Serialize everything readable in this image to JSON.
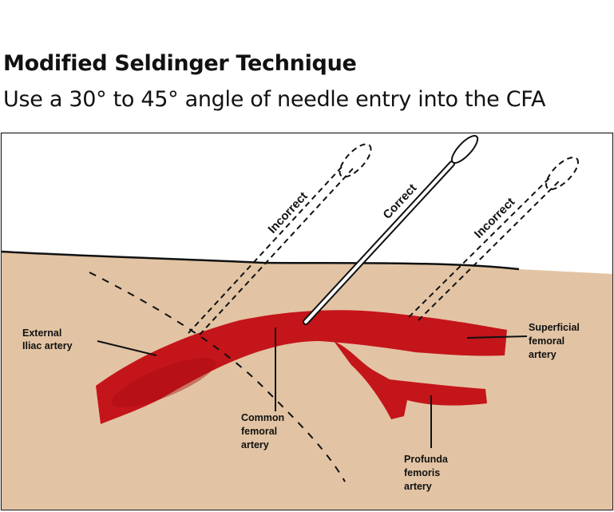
{
  "heading": {
    "title": "Modified Seldinger Technique",
    "subtitle": "Use a 30° to 45° angle of needle entry into the CFA"
  },
  "needles": {
    "left_label": "Incorrect",
    "center_label": "Correct",
    "right_label": "Incorrect"
  },
  "anatomy": {
    "external_iliac": [
      "External",
      "Iliac artery"
    ],
    "common_femoral": [
      "Common",
      "femoral",
      "artery"
    ],
    "superficial_femoral": [
      "Superficial",
      "femoral",
      "artery"
    ],
    "profunda_femoris": [
      "Profunda",
      "femoris",
      "artery"
    ]
  },
  "colors": {
    "skin": "#e2c4a4",
    "artery": "#c4151b",
    "outline": "#111111"
  }
}
